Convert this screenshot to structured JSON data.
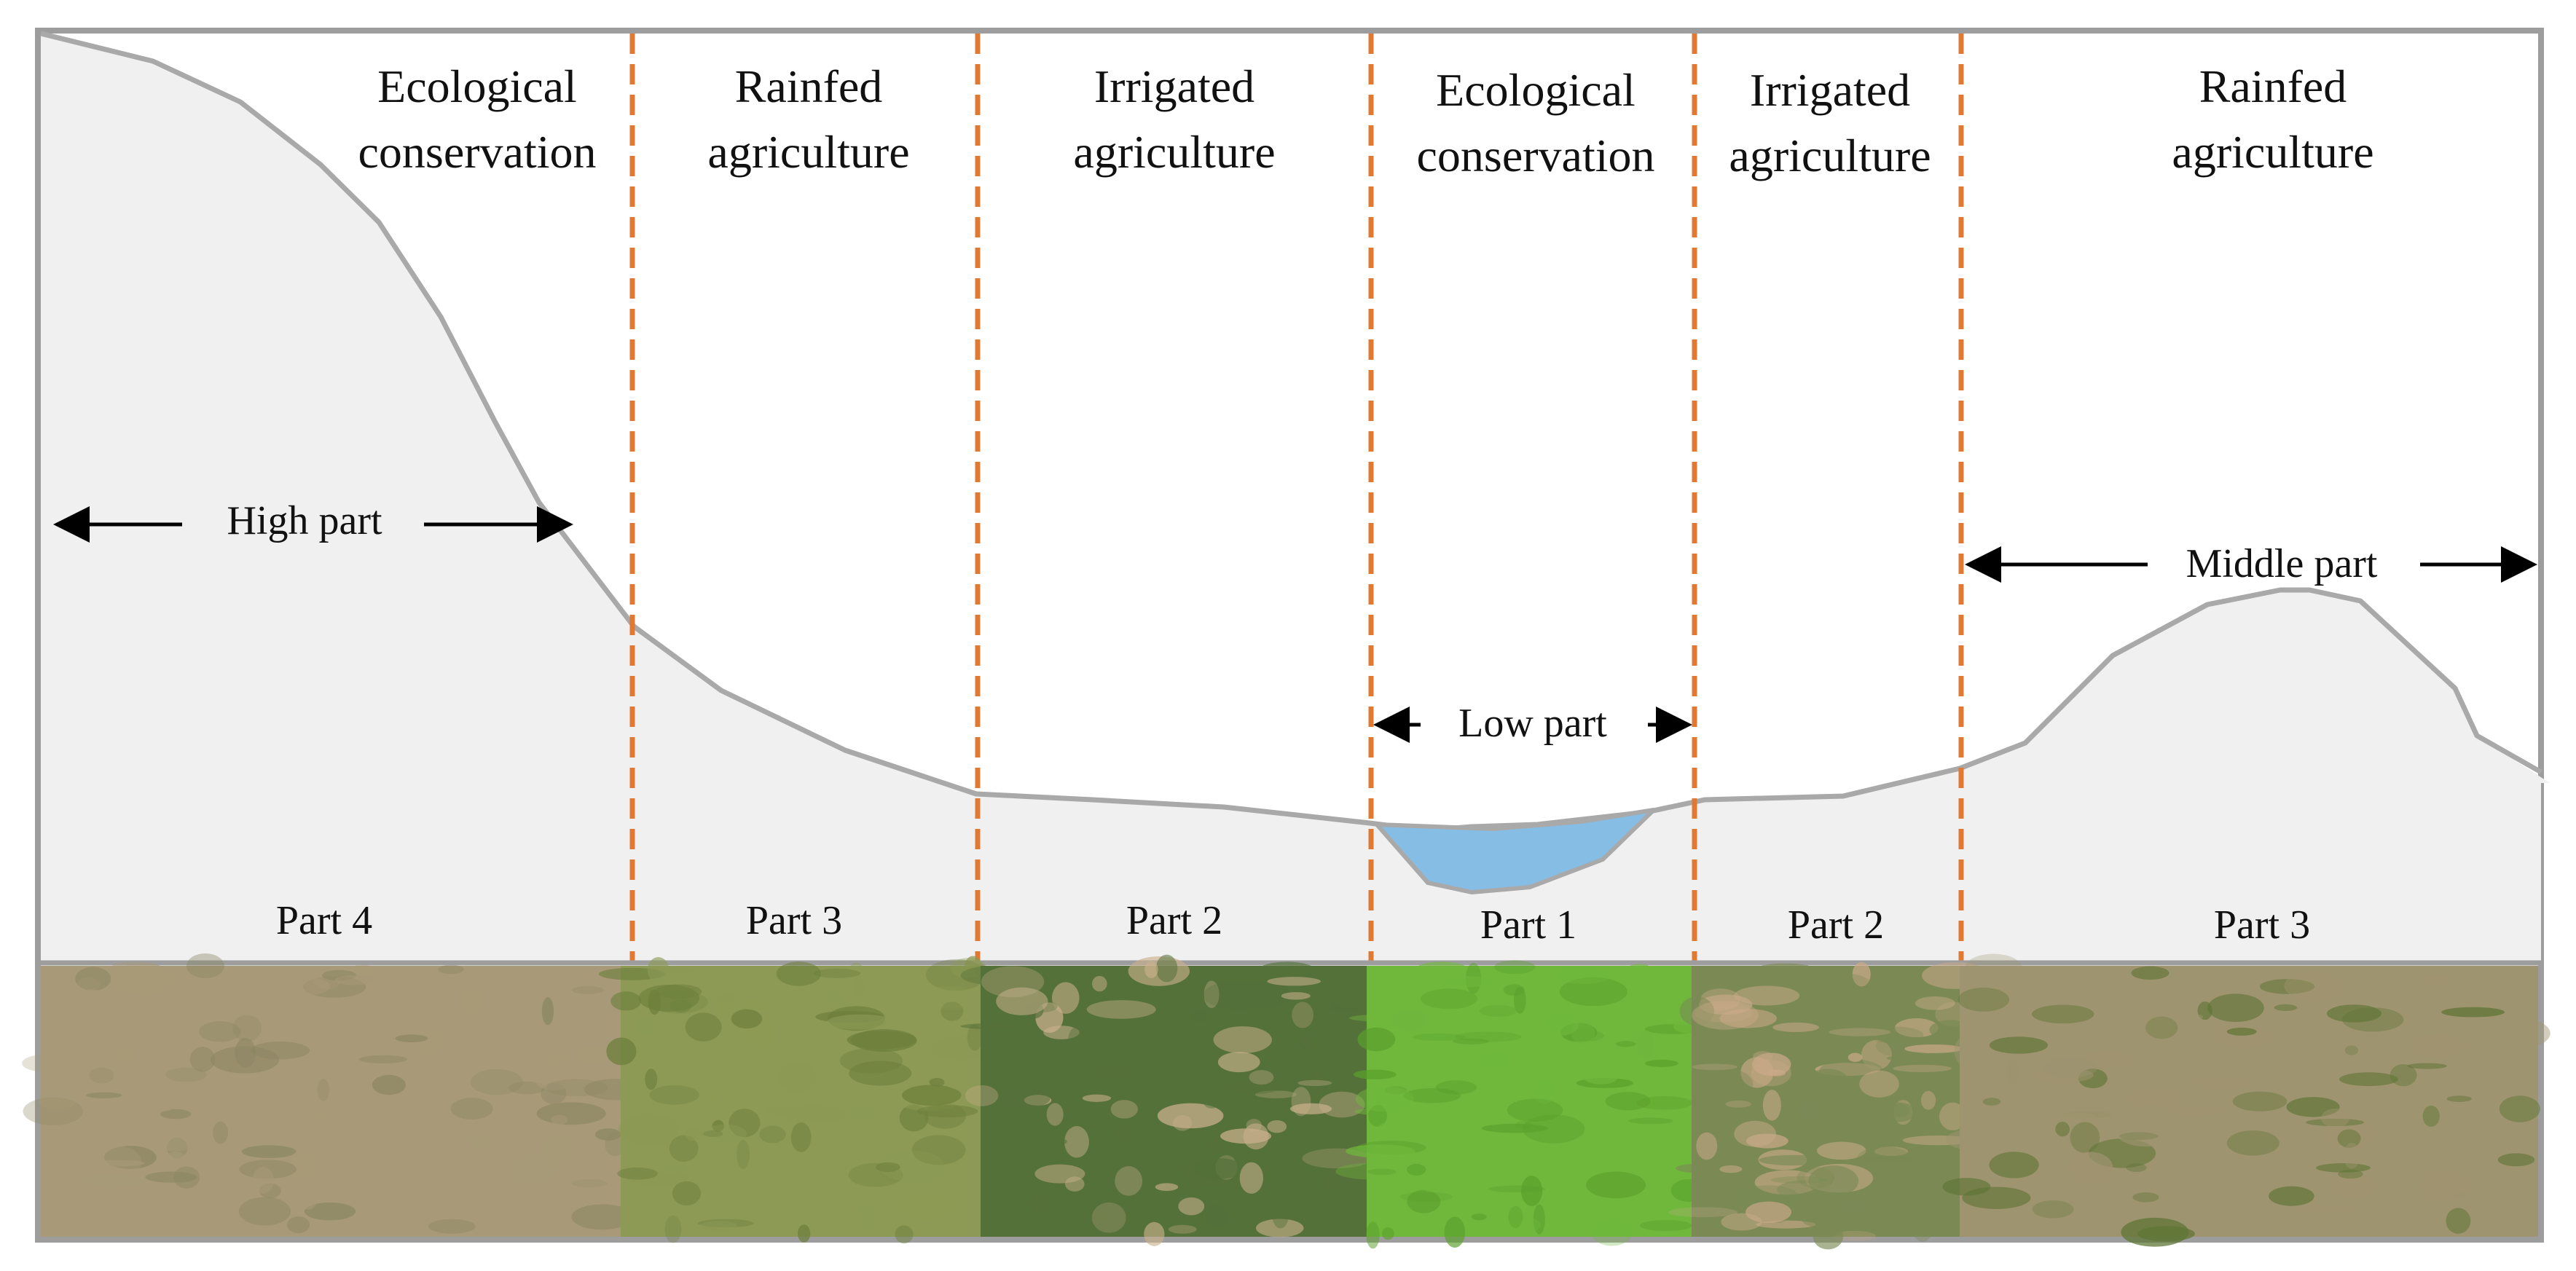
{
  "zones": [
    {
      "id": "zone-1",
      "line1": "Ecological",
      "line2": "conservation"
    },
    {
      "id": "zone-2",
      "line1": "Rainfed",
      "line2": "agriculture"
    },
    {
      "id": "zone-3",
      "line1": "Irrigated",
      "line2": "agriculture"
    },
    {
      "id": "zone-4",
      "line1": "Ecological",
      "line2": "conservation"
    },
    {
      "id": "zone-5",
      "line1": "Irrigated",
      "line2": "agriculture"
    },
    {
      "id": "zone-6",
      "line1": "Rainfed",
      "line2": "agriculture"
    }
  ],
  "parts": [
    "Part 4",
    "Part 3",
    "Part 2",
    "Part 1",
    "Part 2",
    "Part 3"
  ],
  "extents": {
    "high": "High part",
    "low": "Low part",
    "middle": "Middle part"
  },
  "photos": [
    {
      "scene": "sparse dry grassland",
      "base": "#a89a78",
      "tint": "#8b8663"
    },
    {
      "scene": "green grass meadow",
      "base": "#8c9a55",
      "tint": "#6d7f3c"
    },
    {
      "scene": "corn field with dirt path",
      "base": "#55713a",
      "tint": "#c9b08c"
    },
    {
      "scene": "lush green vegetation",
      "base": "#6fb83c",
      "tint": "#5aa02c"
    },
    {
      "scene": "dirt path beside crops",
      "base": "#7b8a55",
      "tint": "#caa989"
    },
    {
      "scene": "sandy field with seedlings",
      "base": "#9f9470",
      "tint": "#5f7535"
    }
  ],
  "colors": {
    "terrain_fill": "#f0f0f0",
    "terrain_line": "#a9a9a9",
    "divider": "#e07a33",
    "water": "#86bde5",
    "frame": "#9d9d9d"
  }
}
